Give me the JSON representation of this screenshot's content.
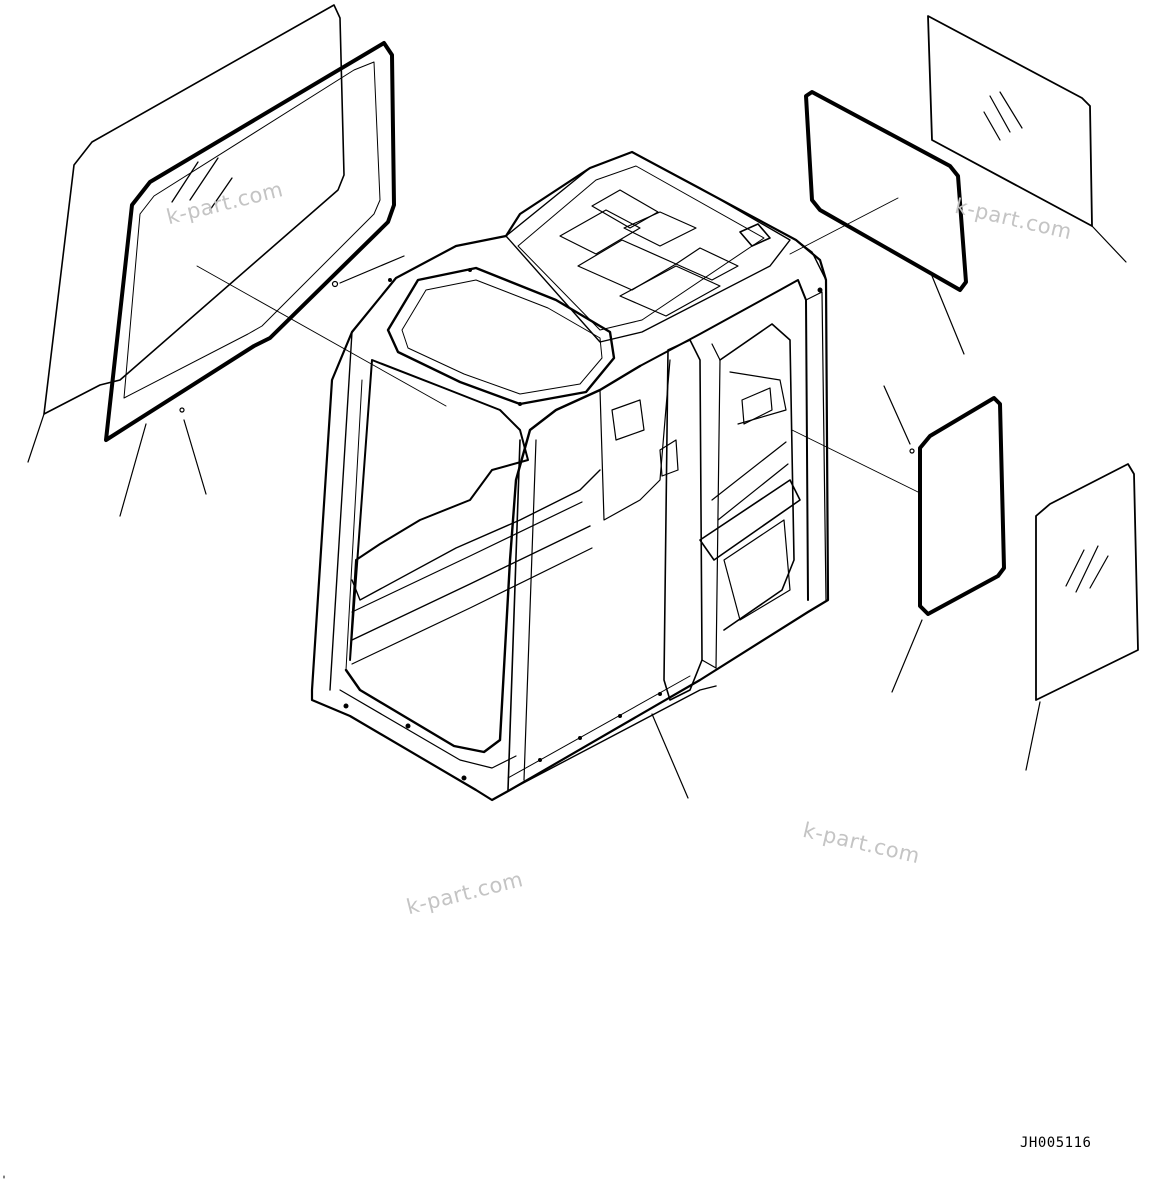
{
  "watermarks": {
    "wm1": "k-part.com",
    "wm2": "k-part.com",
    "wm3": "k-part.com",
    "wm4": "k-part.com"
  },
  "drawing_code": "JH005116",
  "parts": [
    {
      "name": "left-side-glass-outer"
    },
    {
      "name": "left-side-glass-inner-with-seal"
    },
    {
      "name": "cab-frame"
    },
    {
      "name": "rear-glass-with-seal"
    },
    {
      "name": "rear-glass-outer"
    },
    {
      "name": "door-upper-glass-with-seal"
    },
    {
      "name": "door-lower-glass"
    }
  ]
}
